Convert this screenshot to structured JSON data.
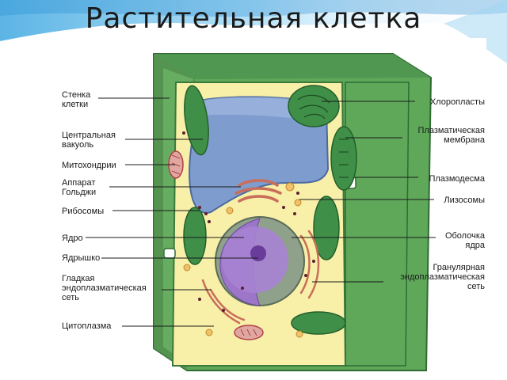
{
  "title": "Растительная клетка",
  "labels_left": [
    {
      "id": "cell-wall",
      "text": "Стенка\nклетки"
    },
    {
      "id": "central-vacuole",
      "text": "Центральная\nвакуоль"
    },
    {
      "id": "mitochondria",
      "text": "Митохондрии"
    },
    {
      "id": "golgi",
      "text": "Аппарат\nГольджи"
    },
    {
      "id": "ribosomes",
      "text": "Рибосомы"
    },
    {
      "id": "nucleus",
      "text": "Ядро"
    },
    {
      "id": "nucleolus",
      "text": "Ядрышко"
    },
    {
      "id": "smooth-er",
      "text": "Гладкая\nэндоплазматическая\nсеть"
    },
    {
      "id": "cytoplasm",
      "text": "Цитоплазма"
    }
  ],
  "labels_right": [
    {
      "id": "chloroplasts",
      "text": "Хлоропласты"
    },
    {
      "id": "plasma-membrane",
      "text": "Плазматическая\nмембрана"
    },
    {
      "id": "plasmodesma",
      "text": "Плазмодесма"
    },
    {
      "id": "lysosomes",
      "text": "Лизосомы"
    },
    {
      "id": "nuclear-envelope",
      "text": "Оболочка\nядра"
    },
    {
      "id": "rough-er",
      "text": "Гранулярная\nэндоплазматическая\nсеть"
    }
  ],
  "colors": {
    "cell_wall": "#5fa85a",
    "cell_wall_dark": "#2f6b32",
    "cytoplasm": "#f8f0a8",
    "vacuole": "#7f9ccf",
    "nucleus": "#9d76c9",
    "nucleolus": "#6a3c9a",
    "organelle_pink": "#e0a7a0",
    "organelle_dark": "#b0404a",
    "chloroplast": "#3f8f48"
  }
}
